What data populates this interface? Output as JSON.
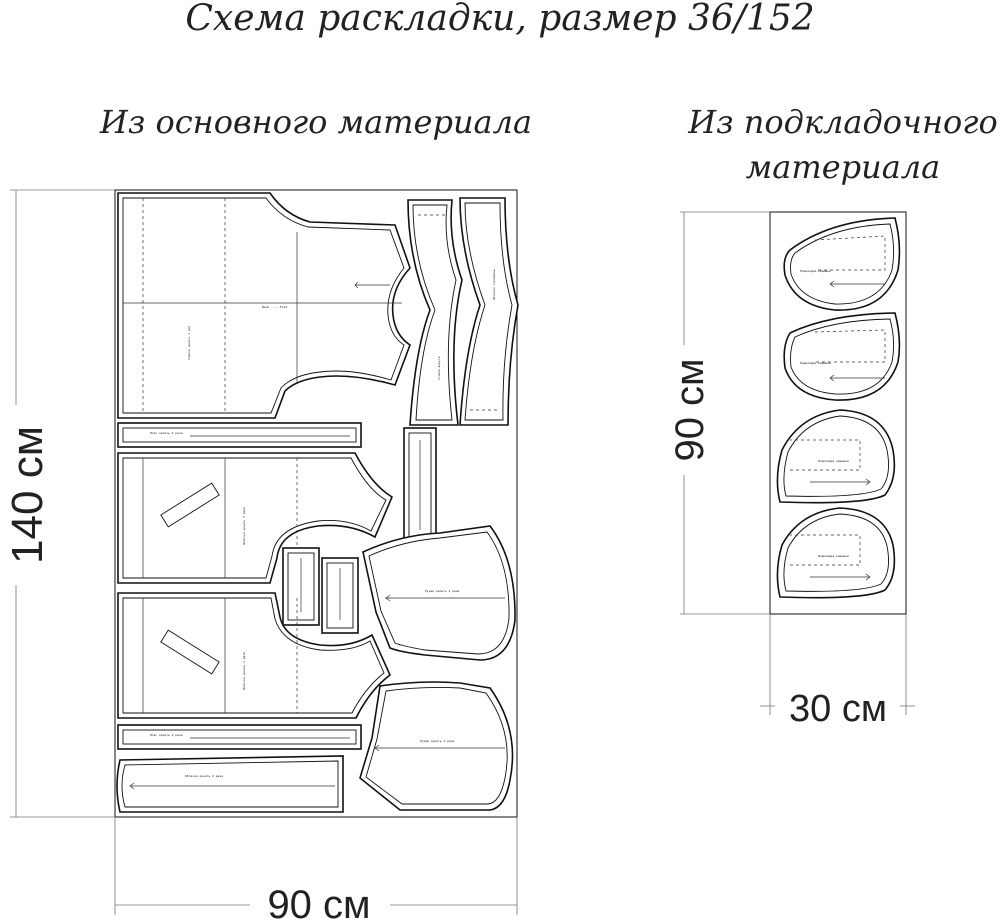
{
  "title": "Схема раскладки, размер 36/152",
  "main_material": {
    "heading": "Из основного материала",
    "height_label": "140 см",
    "width_label": "90 см"
  },
  "lining_material": {
    "heading_line1": "Из подкладочного",
    "heading_line2": "материала",
    "height_label": "90 см",
    "width_label": "30 см"
  }
}
